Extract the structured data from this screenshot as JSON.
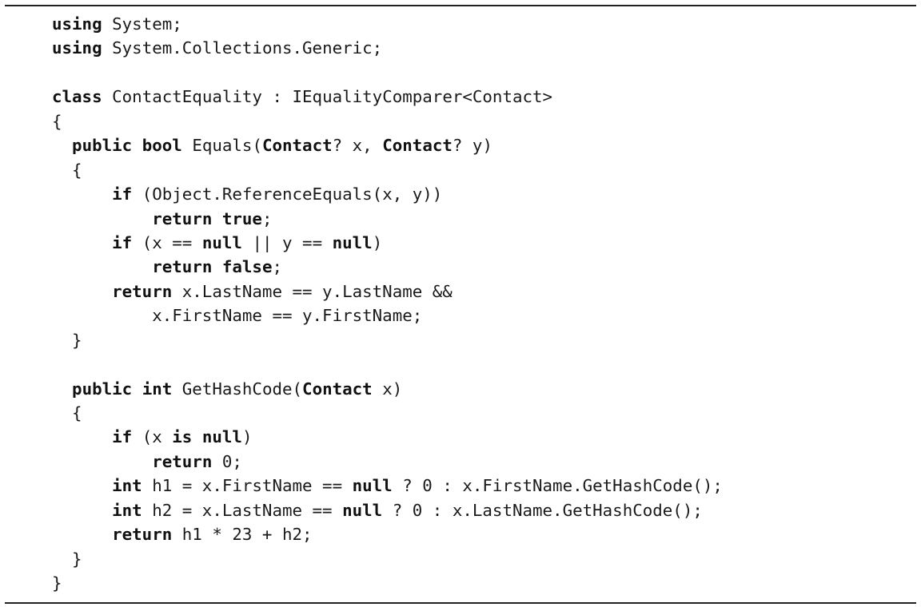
{
  "code_listing": {
    "language": "C#",
    "lines": [
      [
        [
          "using",
          1
        ],
        [
          " System;",
          0
        ]
      ],
      [
        [
          "using",
          1
        ],
        [
          " System.Collections.Generic;",
          0
        ]
      ],
      [],
      [
        [
          "class",
          1
        ],
        [
          " ContactEquality : IEqualityComparer<Contact>",
          0
        ]
      ],
      [
        [
          "{",
          0
        ]
      ],
      [
        [
          "  ",
          0
        ],
        [
          "public",
          1
        ],
        [
          " ",
          0
        ],
        [
          "bool",
          1
        ],
        [
          " Equals(",
          0
        ],
        [
          "Contact",
          1
        ],
        [
          "? x, ",
          0
        ],
        [
          "Contact",
          1
        ],
        [
          "? y)",
          0
        ]
      ],
      [
        [
          "  {",
          0
        ]
      ],
      [
        [
          "      ",
          0
        ],
        [
          "if",
          1
        ],
        [
          " (Object.ReferenceEquals(x, y))",
          0
        ]
      ],
      [
        [
          "          ",
          0
        ],
        [
          "return",
          1
        ],
        [
          " ",
          0
        ],
        [
          "true",
          1
        ],
        [
          ";",
          0
        ]
      ],
      [
        [
          "      ",
          0
        ],
        [
          "if",
          1
        ],
        [
          " (x == ",
          0
        ],
        [
          "null",
          1
        ],
        [
          " || y == ",
          0
        ],
        [
          "null",
          1
        ],
        [
          ")",
          0
        ]
      ],
      [
        [
          "          ",
          0
        ],
        [
          "return",
          1
        ],
        [
          " ",
          0
        ],
        [
          "false",
          1
        ],
        [
          ";",
          0
        ]
      ],
      [
        [
          "      ",
          0
        ],
        [
          "return",
          1
        ],
        [
          " x.LastName == y.LastName &&",
          0
        ]
      ],
      [
        [
          "          x.FirstName == y.FirstName;",
          0
        ]
      ],
      [
        [
          "  }",
          0
        ]
      ],
      [],
      [
        [
          "  ",
          0
        ],
        [
          "public",
          1
        ],
        [
          " ",
          0
        ],
        [
          "int",
          1
        ],
        [
          " GetHashCode(",
          0
        ],
        [
          "Contact",
          1
        ],
        [
          " x)",
          0
        ]
      ],
      [
        [
          "  {",
          0
        ]
      ],
      [
        [
          "      ",
          0
        ],
        [
          "if",
          1
        ],
        [
          " (x ",
          0
        ],
        [
          "is",
          1
        ],
        [
          " ",
          0
        ],
        [
          "null",
          1
        ],
        [
          ")",
          0
        ]
      ],
      [
        [
          "          ",
          0
        ],
        [
          "return",
          1
        ],
        [
          " 0;",
          0
        ]
      ],
      [
        [
          "      ",
          0
        ],
        [
          "int",
          1
        ],
        [
          " h1 = x.FirstName == ",
          0
        ],
        [
          "null",
          1
        ],
        [
          " ? 0 : x.FirstName.GetHashCode();",
          0
        ]
      ],
      [
        [
          "      ",
          0
        ],
        [
          "int",
          1
        ],
        [
          " h2 = x.LastName == ",
          0
        ],
        [
          "null",
          1
        ],
        [
          " ? 0 : x.LastName.GetHashCode();",
          0
        ]
      ],
      [
        [
          "      ",
          0
        ],
        [
          "return",
          1
        ],
        [
          " h1 * 23 + h2;",
          0
        ]
      ],
      [
        [
          "  }",
          0
        ]
      ],
      [
        [
          "}",
          0
        ]
      ]
    ]
  }
}
